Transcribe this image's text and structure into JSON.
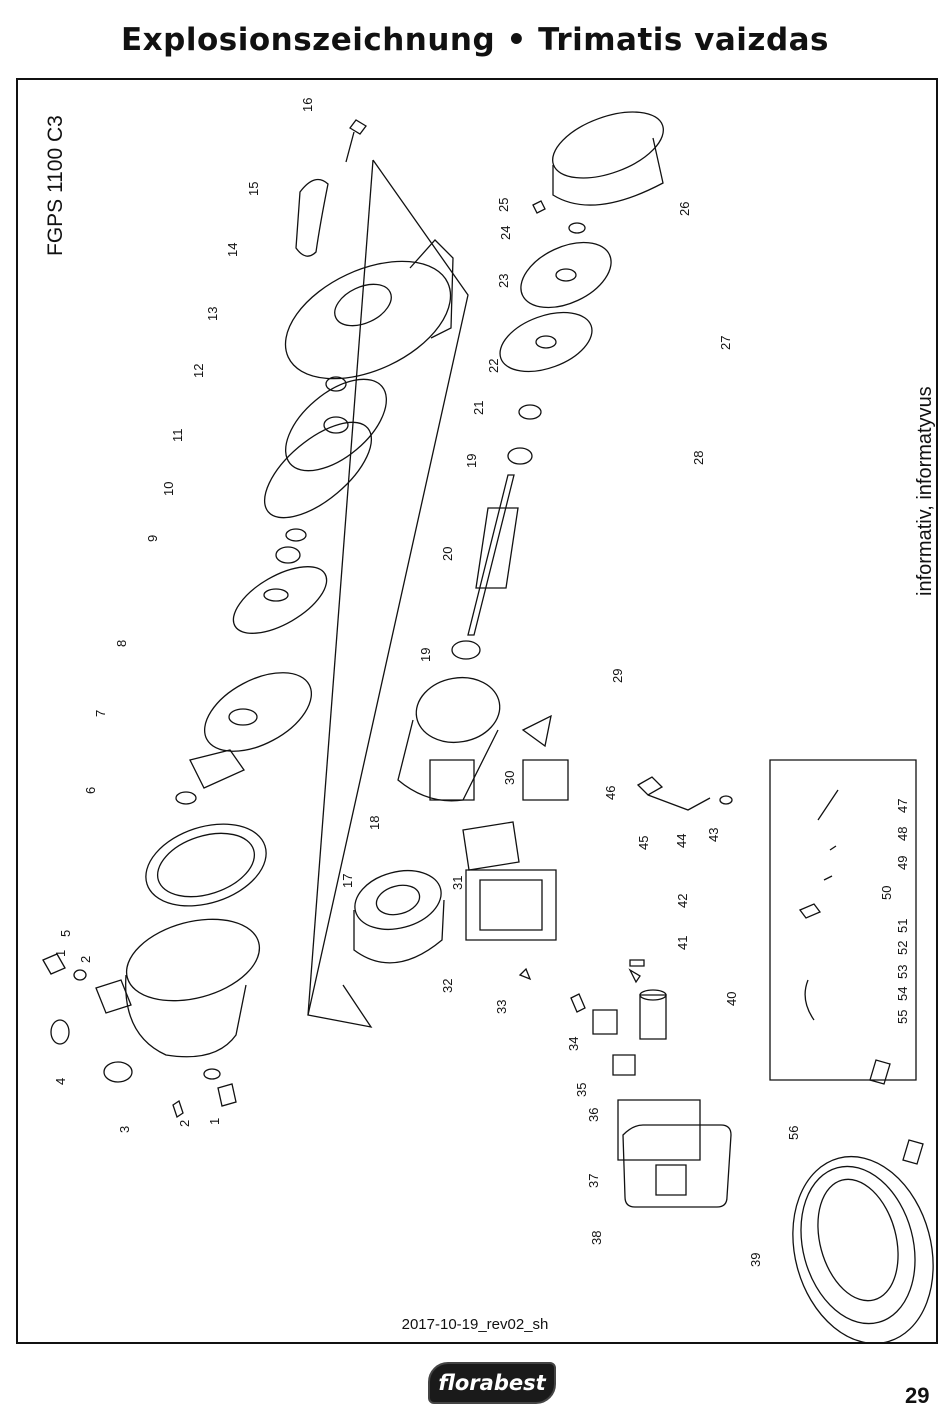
{
  "page": {
    "title": "Explosionszeichnung • Trimatis vaizdas",
    "model": "FGPS 1100 C3",
    "side_note": "informativ, informatyvus",
    "revision": "2017-10-19_rev02_sh",
    "brand": "florabest",
    "page_number": "29"
  },
  "part_labels": [
    "1",
    "2",
    "3",
    "4",
    "5",
    "6",
    "7",
    "8",
    "9",
    "10",
    "11",
    "12",
    "13",
    "14",
    "15",
    "16",
    "17",
    "18",
    "19",
    "19",
    "20",
    "21",
    "22",
    "23",
    "24",
    "25",
    "26",
    "27",
    "28",
    "29",
    "30",
    "31",
    "32",
    "33",
    "34",
    "35",
    "36",
    "37",
    "38",
    "39",
    "40",
    "41",
    "42",
    "43",
    "44",
    "45",
    "46",
    "47",
    "48",
    "49",
    "50",
    "51",
    "52",
    "53",
    "54",
    "55",
    "56",
    "1",
    "2"
  ]
}
